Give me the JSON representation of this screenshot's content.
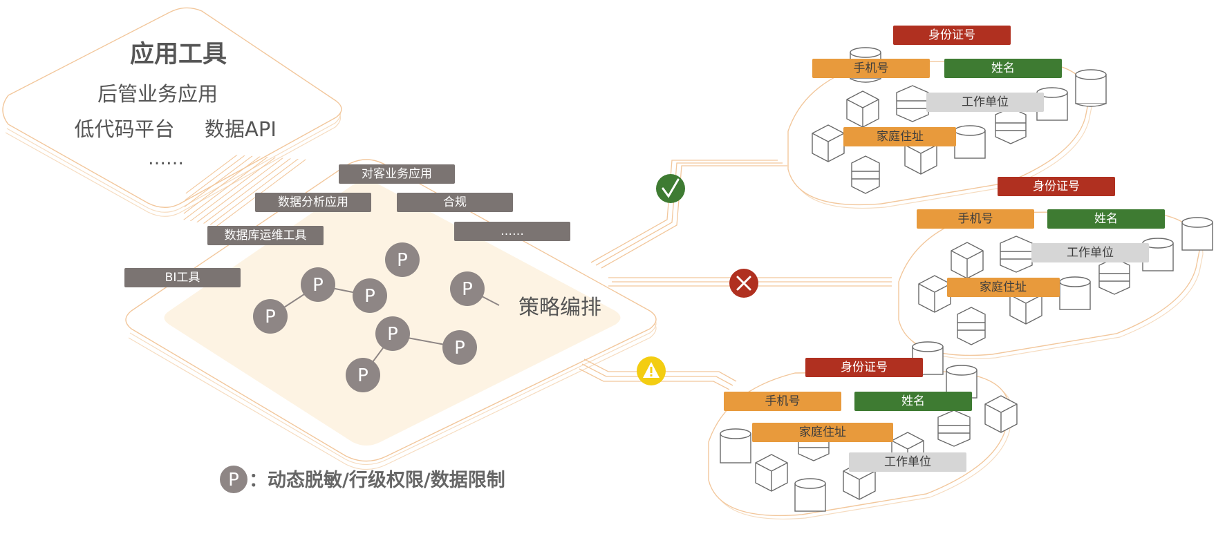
{
  "tools": {
    "title": "应用工具",
    "line1": "后管业务应用",
    "line2a": "低代码平台",
    "line2b": "数据API",
    "line3": "……"
  },
  "apps": [
    "对客业务应用",
    "数据分析应用",
    "合规",
    "数据库运维工具",
    "……",
    "BI工具"
  ],
  "policy_label": "策略编排",
  "p_node_label": "P",
  "legend": {
    "symbol": "P",
    "text": "：动态脱敏/行级权限/数据限制"
  },
  "statuses": [
    {
      "name": "allowed",
      "glyph": "√",
      "color": "#3e7b32"
    },
    {
      "name": "denied",
      "glyph": "×",
      "color": "#b03020"
    },
    {
      "name": "warning",
      "glyph": "!",
      "color": "#f3cd12"
    }
  ],
  "fields": {
    "id_card": {
      "label": "身份证号",
      "color": "#b03020"
    },
    "phone": {
      "label": "手机号",
      "color": "#e89a3c"
    },
    "name": {
      "label": "姓名",
      "color": "#3e7b32"
    },
    "work_unit": {
      "label": "工作单位",
      "color": "#d6d6d6"
    },
    "home_address": {
      "label": "家庭住址",
      "color": "#e89a3c"
    }
  },
  "colors": {
    "app_tag": "#7b7472",
    "p_node": "#8e8685",
    "platform_fill": "#fdf3e3",
    "platform_stroke": "#f2c79c",
    "text_dark": "#555555"
  }
}
